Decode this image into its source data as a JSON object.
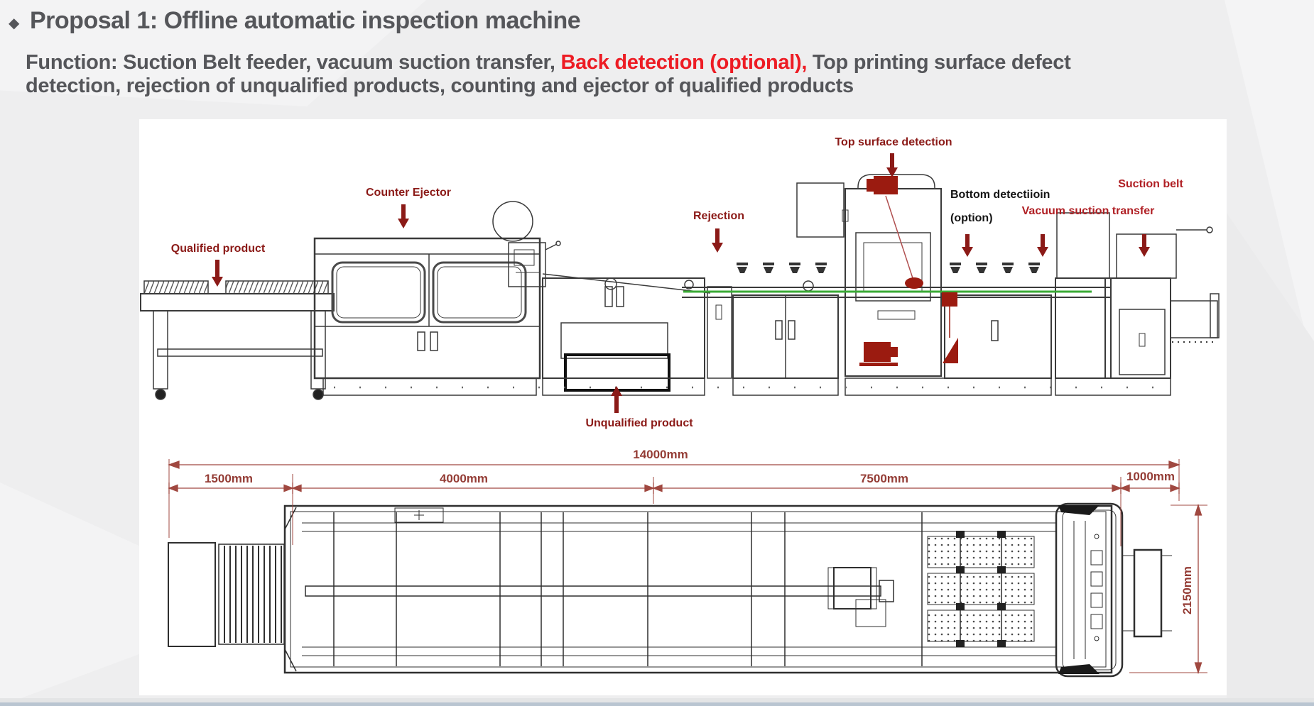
{
  "slide": {
    "bullet": "◆",
    "title": "Proposal 1:  Offline automatic inspection machine",
    "function": {
      "prefix": "Function:  Suction Belt feeder, vacuum suction transfer, ",
      "highlight": "Back detection (optional),",
      "rest": " Top printing surface defect detection, rejection of unqualified products, counting and ejector of qualified products"
    }
  },
  "diagram": {
    "labels": {
      "qualified_product": "Qualified product",
      "counter_ejector": "Counter Ejector",
      "rejection": "Rejection",
      "top_surface_detection": "Top surface detection",
      "bottom_detection_line1": "Bottom detectiioin",
      "bottom_detection_line2": "(option)",
      "vacuum_suction_transfer": "Vacuum suction transfer",
      "suction_belt": "Suction belt",
      "unqualified_product": "Unqualified product"
    },
    "dimensions": {
      "total_length": "14000mm",
      "segments": [
        "1500mm",
        "4000mm",
        "7500mm",
        "1000mm"
      ],
      "overall_width": "2150mm"
    },
    "colors": {
      "label_dark_red": "#8b1a17",
      "label_crimson": "#b01f24",
      "label_black": "#141414",
      "dimension_red": "#a04840",
      "highlight_red": "#ed1c24",
      "title_gray": "#55565a",
      "belt_green": "#3aaa35",
      "machine_line": "#3a3a3a",
      "camera_dark_red": "#9b1b10"
    }
  }
}
